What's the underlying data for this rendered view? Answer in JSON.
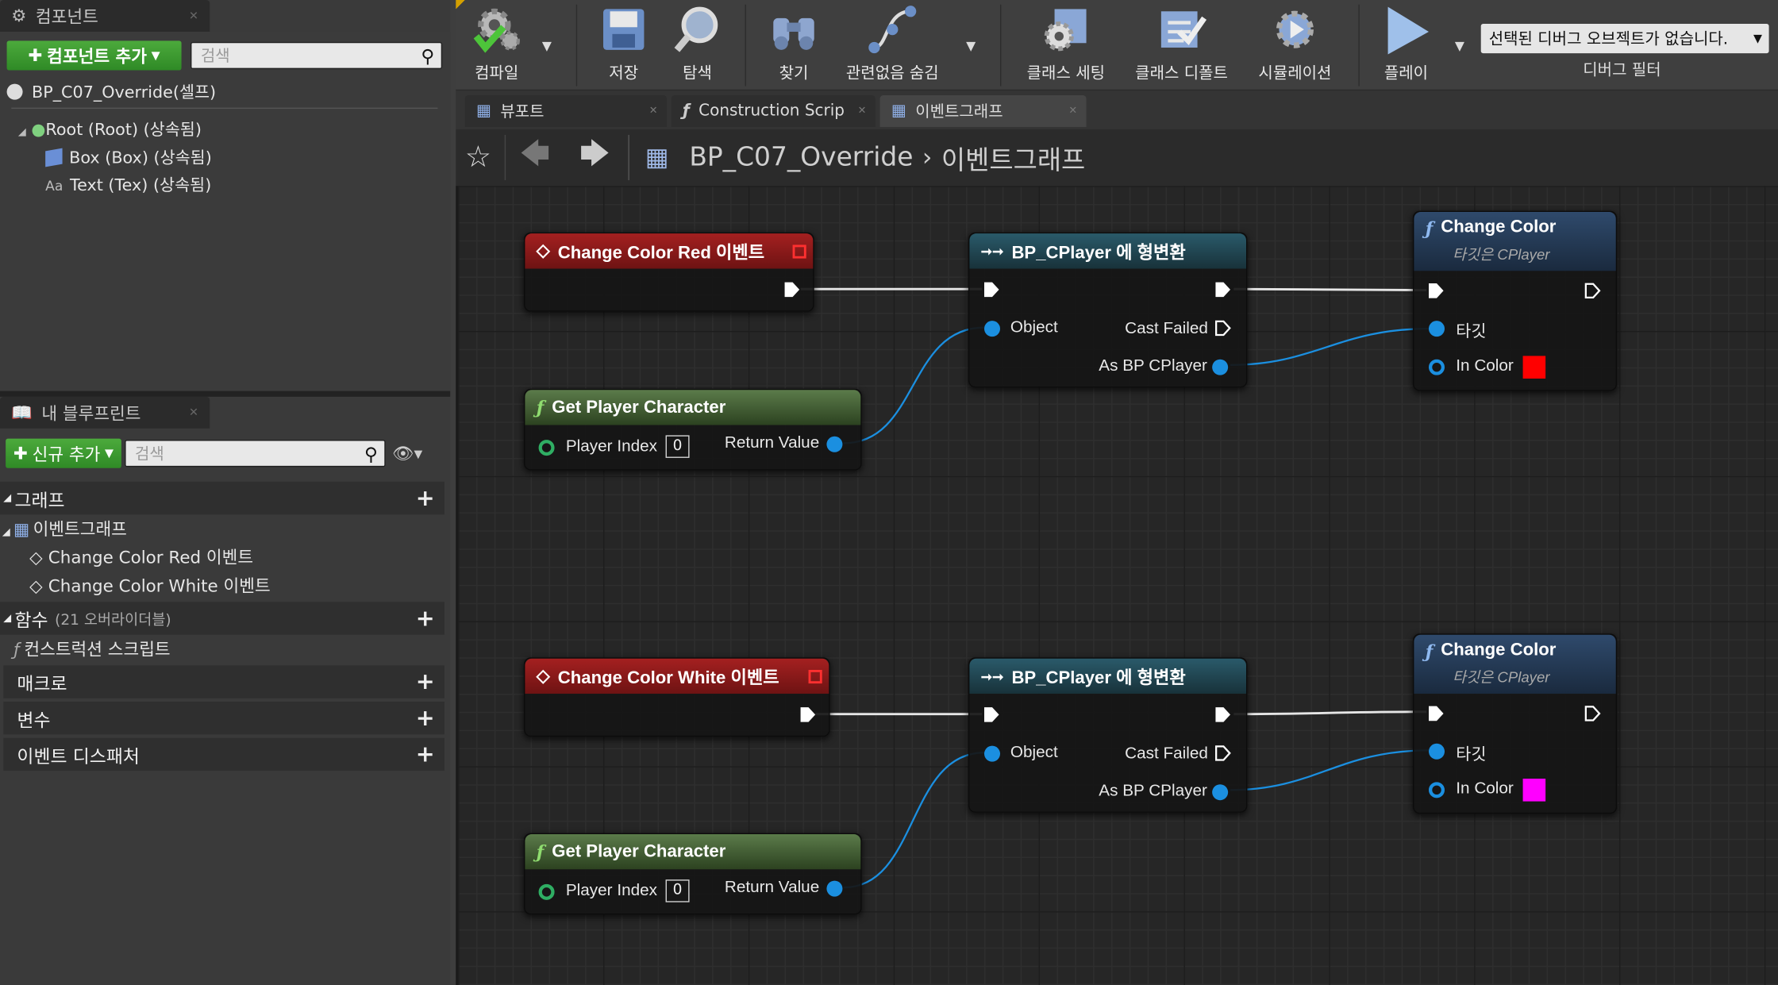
{
  "components_panel": {
    "tab_label": "컴포넌트",
    "add_button": "컴포넌트 추가",
    "search_placeholder": "검색",
    "self_item": "BP_C07_Override(셀프)",
    "tree": [
      {
        "label": "Root (Root) (상속됨)"
      },
      {
        "label": "Box (Box) (상속됨)"
      },
      {
        "label": "Text (Tex) (상속됨)"
      }
    ]
  },
  "my_blueprint": {
    "tab_label": "내 블루프린트",
    "add_button": "신규 추가",
    "search_placeholder": "검색",
    "graphs": {
      "label": "그래프",
      "event_graph": "이벤트그래프",
      "events": [
        "Change Color Red 이벤트",
        "Change Color White 이벤트"
      ]
    },
    "functions": {
      "label": "함수",
      "note": "(21 오버라이더블)",
      "construction": "컨스트럭션 스크립트"
    },
    "macros": "매크로",
    "variables": "변수",
    "dispatchers": "이벤트 디스패처"
  },
  "toolbar": {
    "compile": "컴파일",
    "save": "저장",
    "browse": "탐색",
    "find": "찾기",
    "hide_unrelated": "관련없음 숨김",
    "class_settings": "클래스 세팅",
    "class_defaults": "클래스 디폴트",
    "simulation": "시뮬레이션",
    "play": "플레이",
    "debug_select": "선택된 디버그 오브젝트가 없습니다.",
    "debug_filter": "디버그 필터"
  },
  "tabs": [
    {
      "label": "뷰포트"
    },
    {
      "label": "Construction Scrip"
    },
    {
      "label": "이벤트그래프"
    }
  ],
  "breadcrumb": {
    "blueprint": "BP_C07_Override",
    "graph": "이벤트그래프"
  },
  "nodes": {
    "event_red": {
      "title": "Change Color Red 이벤트"
    },
    "event_white": {
      "title": "Change Color White 이벤트"
    },
    "cast": {
      "title": "BP_CPlayer 에 형변환",
      "object": "Object",
      "cast_failed": "Cast Failed",
      "as_player": "As BP CPlayer"
    },
    "get_player": {
      "title": "Get Player Character",
      "player_index": "Player Index",
      "index_value": "0",
      "return_value": "Return Value"
    },
    "change_color": {
      "title": "Change Color",
      "target_note": "타깃은 CPlayer",
      "target": "타깃",
      "in_color": "In Color"
    },
    "colors": {
      "red": "#ff0000",
      "white_magenta": "#ff00ff"
    }
  }
}
